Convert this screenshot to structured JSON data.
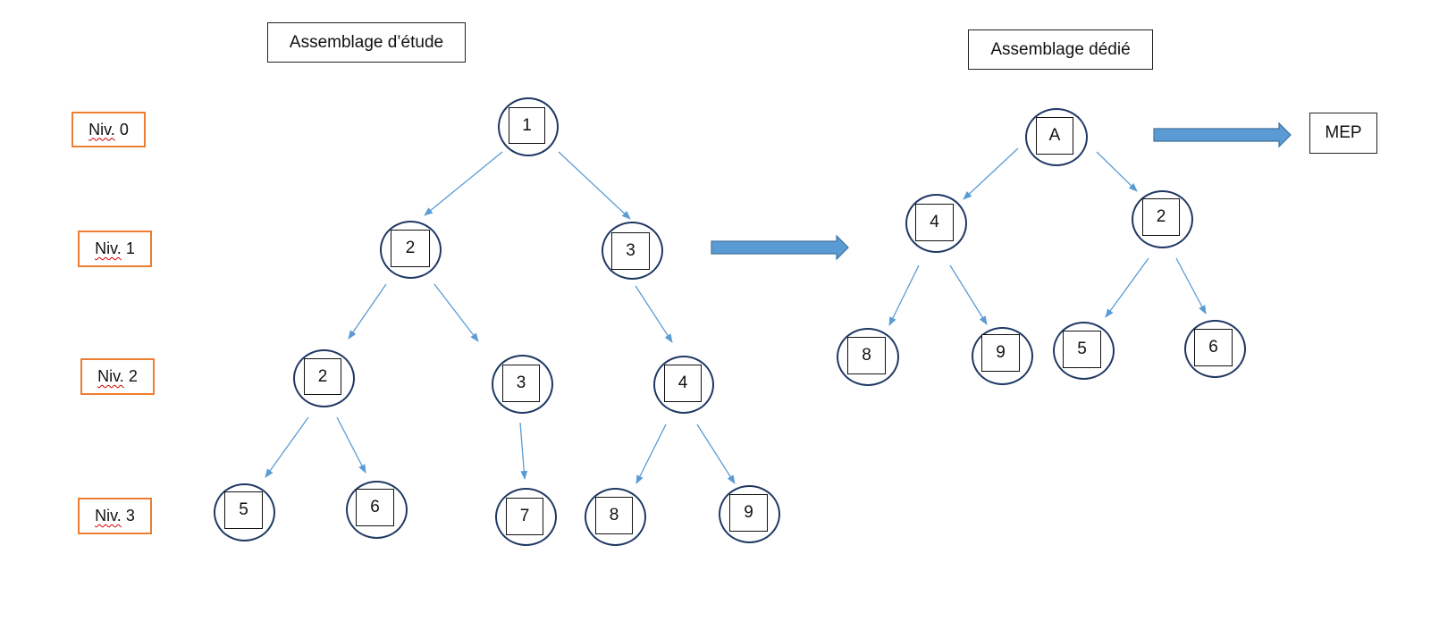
{
  "titles": {
    "study": "Assemblage d’étude",
    "dedicated": "Assemblage dédié",
    "mep": "MEP"
  },
  "levels": [
    {
      "prefix": "Niv.",
      "num": "0"
    },
    {
      "prefix": "Niv.",
      "num": "1"
    },
    {
      "prefix": "Niv.",
      "num": "2"
    },
    {
      "prefix": "Niv.",
      "num": "3"
    }
  ],
  "study_tree": {
    "n0": "1",
    "n1a": "2",
    "n1b": "3",
    "n2a": "2",
    "n2b": "3",
    "n2c": "4",
    "n3a": "5",
    "n3b": "6",
    "n3c": "7",
    "n3d": "8",
    "n3e": "9"
  },
  "dedicated_tree": {
    "root": "A",
    "c1": "4",
    "c2": "2",
    "g1": "8",
    "g2": "9",
    "g3": "5",
    "g4": "6"
  },
  "colors": {
    "edge": "#5b9bd5",
    "node_border": "#1f3864",
    "big_arrow": "#5b9bd5",
    "level_border": "#ed7d31"
  }
}
